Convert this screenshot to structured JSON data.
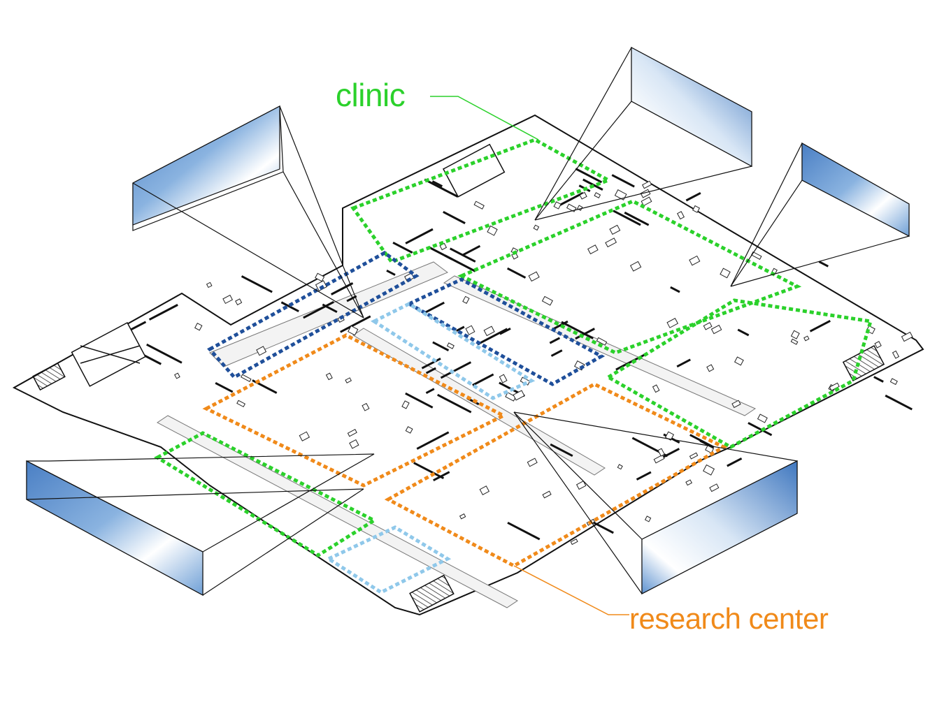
{
  "labels": {
    "clinic": "clinic",
    "research_center": "research center"
  },
  "colors": {
    "clinic": "#2bd12b",
    "research_center": "#f08a1a",
    "zone_dark_blue": "#1f4f9a",
    "zone_light_blue": "#8fc8ea",
    "linework": "#111111",
    "sky": "#5b8fcf"
  },
  "zones": [
    {
      "name": "clinic",
      "color_key": "clinic"
    },
    {
      "name": "research center",
      "color_key": "research_center"
    },
    {
      "name": "dark blue zone",
      "color_key": "zone_dark_blue"
    },
    {
      "name": "light blue zone",
      "color_key": "zone_light_blue"
    }
  ]
}
